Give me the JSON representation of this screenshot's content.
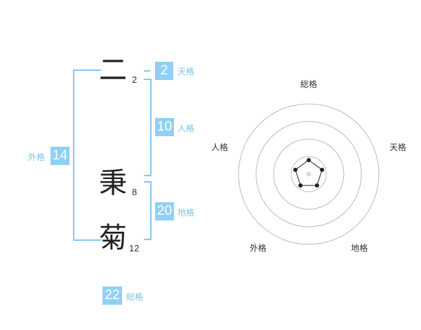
{
  "name": {
    "chars": [
      {
        "char": "二",
        "strokes": "2"
      },
      {
        "char": "秉",
        "strokes": "8"
      },
      {
        "char": "菊",
        "strokes": "12"
      }
    ]
  },
  "kaku": {
    "tenkaku": {
      "value": "2",
      "label": "天格"
    },
    "jinkaku": {
      "value": "10",
      "label": "人格"
    },
    "chikaku": {
      "value": "20",
      "label": "地格"
    },
    "gaikaku": {
      "value": "14",
      "label": "外格"
    },
    "soukaku": {
      "value": "22",
      "label": "総格"
    }
  },
  "chart_data": {
    "type": "radar",
    "axes": [
      "総格",
      "天格",
      "地格",
      "外格",
      "人格"
    ],
    "values": [
      1,
      1,
      1,
      1,
      1
    ],
    "max": 5,
    "rings": 4,
    "colors": {
      "ring": "#bbbbbb",
      "marker": "#222222",
      "fill": "#dddddd"
    }
  }
}
